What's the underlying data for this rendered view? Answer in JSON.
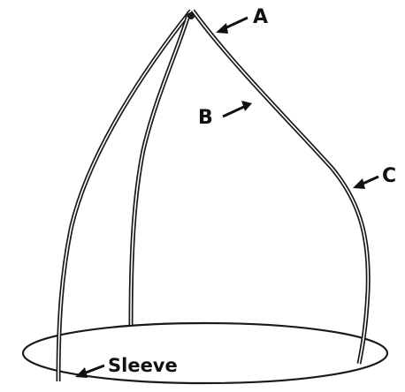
{
  "diagram": {
    "labels": {
      "a": "A",
      "b": "B",
      "c": "C",
      "sleeve": "Sleeve"
    },
    "colors": {
      "frame": "#1a1a1a",
      "background": "#ffffff"
    }
  }
}
